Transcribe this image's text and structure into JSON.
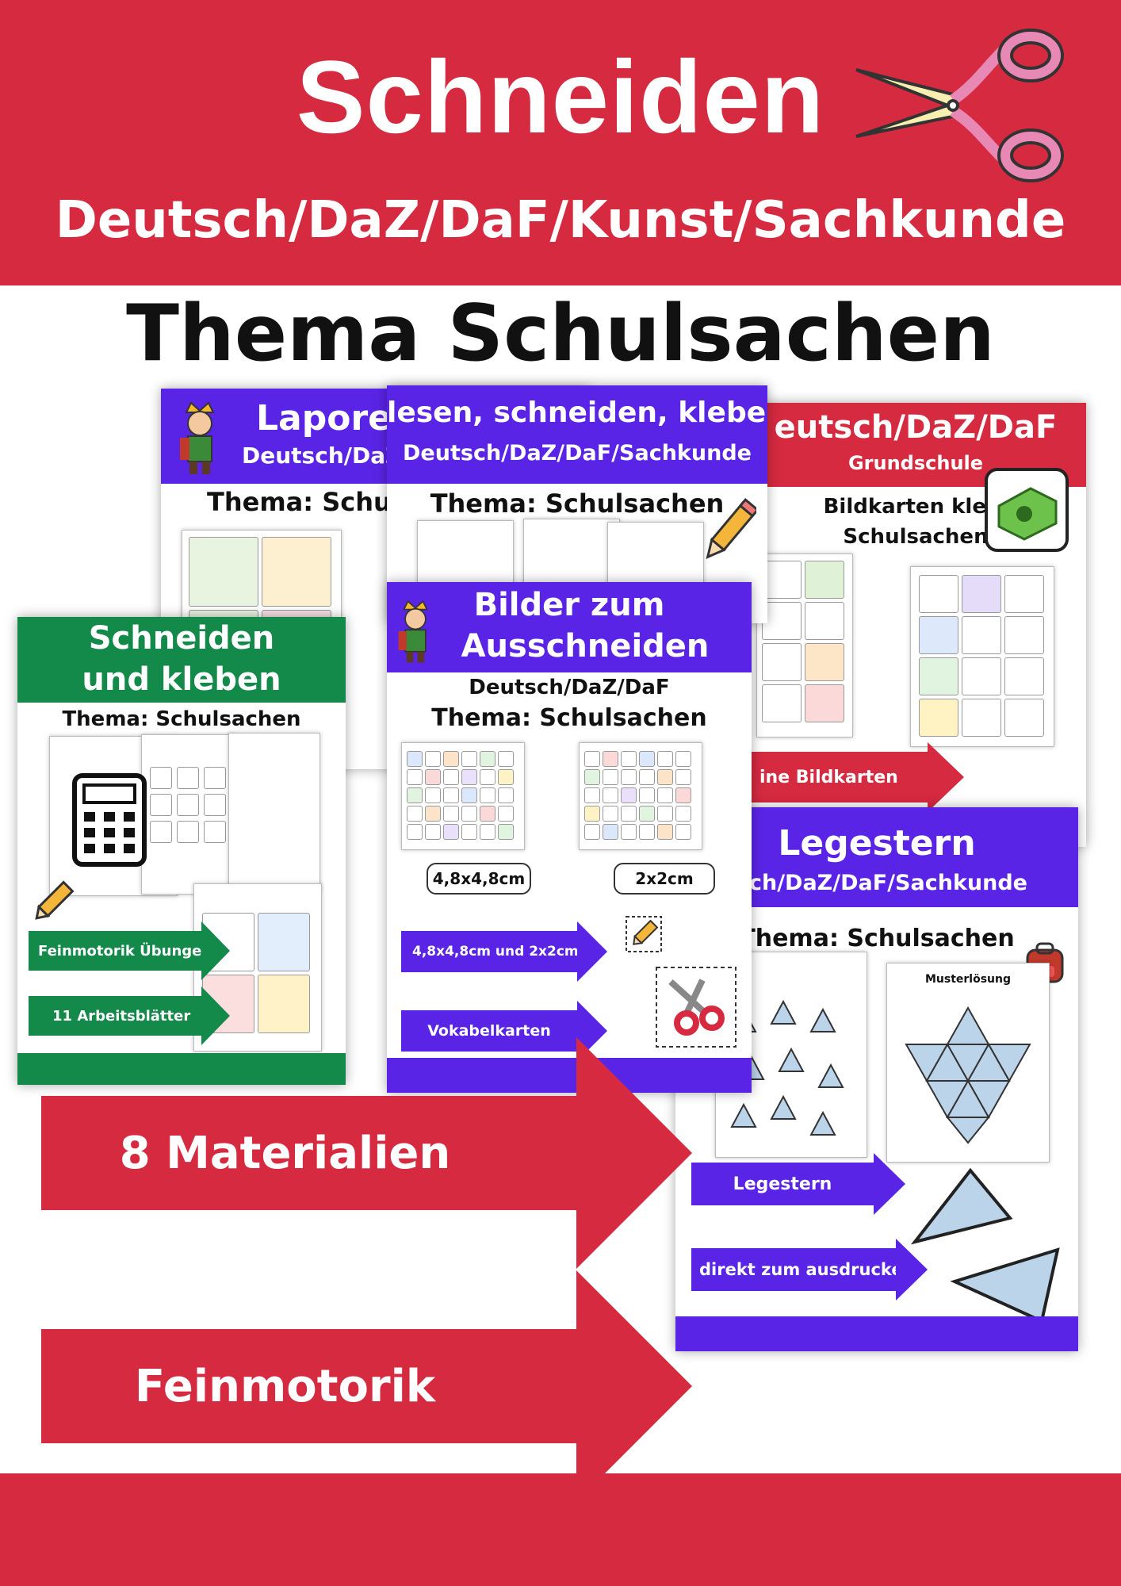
{
  "header": {
    "title": "Schneiden",
    "subtitle": "Deutsch/DaZ/DaF/Kunst/Sachkunde"
  },
  "topic": "Thema Schulsachen",
  "colors": {
    "red": "#d52a40",
    "purple": "#5a24e6",
    "green": "#138a4a",
    "white": "#ffffff"
  },
  "cards": {
    "lapore": {
      "title": "Lapore",
      "subtitle": "Deutsch/DaZ",
      "topic": "Thema: Schul"
    },
    "lesen": {
      "title": "lesen, schneiden, kleben",
      "subtitle": "Deutsch/DaZ/DaF/Sachkunde",
      "topic": "Thema: Schulsachen"
    },
    "bildkarten": {
      "title": "eutsch/DaZ/DaF",
      "subtitle": "Grundschule",
      "line1": "Bildkarten klein",
      "line2": "Schulsachen",
      "arrow": "ine Bildkarten"
    },
    "schneiden_kleben": {
      "title_line1": "Schneiden",
      "title_line2": "und kleben",
      "topic": "Thema: Schulsachen",
      "arrow1": "Feinmotorik Übungen",
      "arrow2": "11 Arbeitsblätter"
    },
    "bilder": {
      "title_line1": "Bilder zum",
      "title_line2": "Ausschneiden",
      "subtitle": "Deutsch/DaZ/DaF",
      "topic": "Thema: Schulsachen",
      "size1": "4,8x4,8cm",
      "size2": "2x2cm",
      "arrow1": "4,8x4,8cm und 2x2cm",
      "arrow2": "Vokabelkarten"
    },
    "legestern": {
      "title": "Legestern",
      "subtitle": "tsch/DaZ/DaF/Sachkunde",
      "topic": "Thema: Schulsachen",
      "solution_label": "Musterlösung",
      "arrow1": "Legestern",
      "arrow2": "direkt zum ausdrucken"
    }
  },
  "banners": {
    "materials": "8 Materialien",
    "skill": "Feinmotorik"
  },
  "icons": [
    "scissors-icon",
    "crown-boy-icon",
    "pencil-icon",
    "sharpener-icon",
    "calculator-icon",
    "backpack-icon"
  ]
}
